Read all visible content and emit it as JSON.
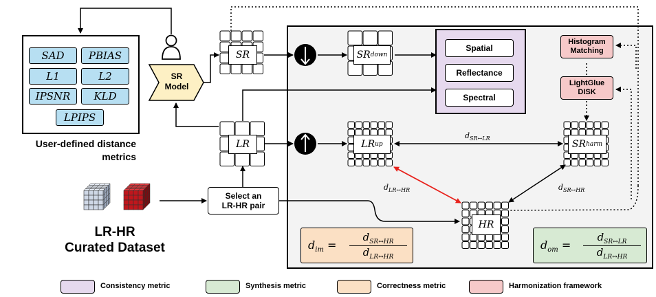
{
  "metrics": {
    "items": [
      "SAD",
      "PBIAS",
      "L1",
      "L2",
      "IPSNR",
      "KLD",
      "LPIPS"
    ],
    "caption_line1": "User-defined distance",
    "caption_line2": "metrics"
  },
  "sr_model": {
    "line1": "SR",
    "line2": "Model"
  },
  "dataset": {
    "line1": "LR-HR",
    "line2": "Curated Dataset"
  },
  "select_pair": {
    "line1": "Select an",
    "line2": "LR-HR pair"
  },
  "nodes": {
    "sr": "SR",
    "lr": "LR",
    "sr_down": "SR",
    "sr_down_sub": "down",
    "lr_up": "LR",
    "lr_up_sub": "up",
    "sr_harm": "SR",
    "sr_harm_sub": "harm",
    "hr": "HR"
  },
  "consistency": {
    "items": [
      "Spatial",
      "Reflectance",
      "Spectral"
    ]
  },
  "harmonization": {
    "histogram_line1": "Histogram",
    "histogram_line2": "Matching",
    "lightglue_line1": "LightGlue",
    "lightglue_line2": "DISK"
  },
  "edge_labels": {
    "sr_lr": "SR↔LR",
    "lr_hr": "LR↔HR",
    "sr_hr": "SR↔HR",
    "d": "d"
  },
  "equations": {
    "im": {
      "lhs": "d",
      "lhs_sub": "im",
      "num": "SR↔HR",
      "den": "LR↔HR"
    },
    "om": {
      "lhs": "d",
      "lhs_sub": "om",
      "num": "SR↔LR",
      "den": "LR↔HR"
    }
  },
  "legend": [
    {
      "label": "Consistency metric",
      "color": "#e6d9ee"
    },
    {
      "label": "Synthesis metric",
      "color": "#d7ead3"
    },
    {
      "label": "Correctness metric",
      "color": "#fbe0c4"
    },
    {
      "label": "Harmonization framework",
      "color": "#f6c9c9"
    }
  ],
  "colors": {
    "metric_fill": "#b7dff2",
    "sr_model_fill": "#fdf0c4",
    "panel_fill": "#f3f3f3",
    "consistency_fill": "#e6d9ee",
    "harmonization_fill": "#f6c9c9",
    "correctness_fill": "#fbe0c4",
    "synthesis_fill": "#d7ead3",
    "red_arrow": "#e8221c"
  }
}
